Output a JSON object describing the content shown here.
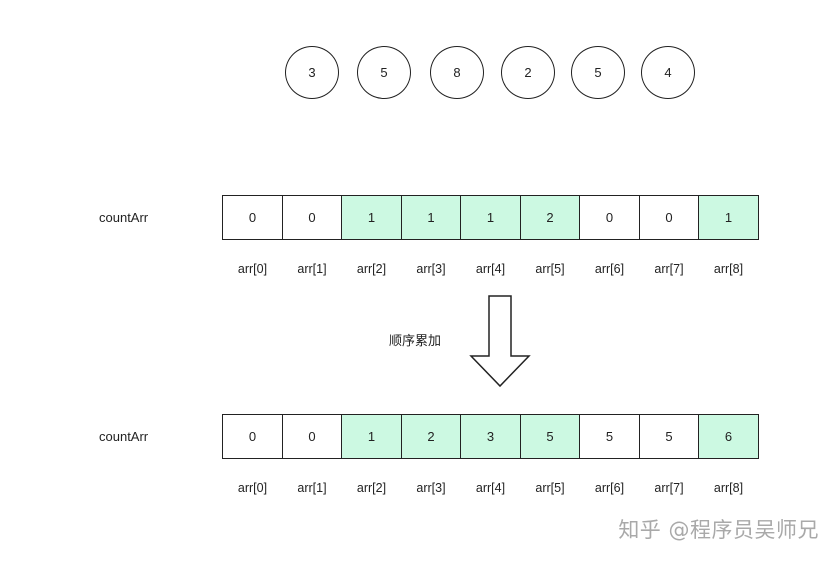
{
  "input_values": [
    "3",
    "5",
    "8",
    "2",
    "5",
    "4"
  ],
  "before": {
    "label": "countArr",
    "cells": [
      {
        "value": "0",
        "highlight": false
      },
      {
        "value": "0",
        "highlight": false
      },
      {
        "value": "1",
        "highlight": true
      },
      {
        "value": "1",
        "highlight": true
      },
      {
        "value": "1",
        "highlight": true
      },
      {
        "value": "2",
        "highlight": true
      },
      {
        "value": "0",
        "highlight": false
      },
      {
        "value": "0",
        "highlight": false
      },
      {
        "value": "1",
        "highlight": true
      }
    ]
  },
  "after": {
    "label": "countArr",
    "cells": [
      {
        "value": "0",
        "highlight": false
      },
      {
        "value": "0",
        "highlight": false
      },
      {
        "value": "1",
        "highlight": true
      },
      {
        "value": "2",
        "highlight": true
      },
      {
        "value": "3",
        "highlight": true
      },
      {
        "value": "5",
        "highlight": true
      },
      {
        "value": "5",
        "highlight": false
      },
      {
        "value": "5",
        "highlight": false
      },
      {
        "value": "6",
        "highlight": true
      }
    ]
  },
  "indices": [
    "arr[0]",
    "arr[1]",
    "arr[2]",
    "arr[3]",
    "arr[4]",
    "arr[5]",
    "arr[6]",
    "arr[7]",
    "arr[8]"
  ],
  "arrow_label": "顺序累加",
  "watermark": "知乎 @程序员吴师兄",
  "colors": {
    "highlight": "#ccf9e2",
    "border": "#222222"
  }
}
